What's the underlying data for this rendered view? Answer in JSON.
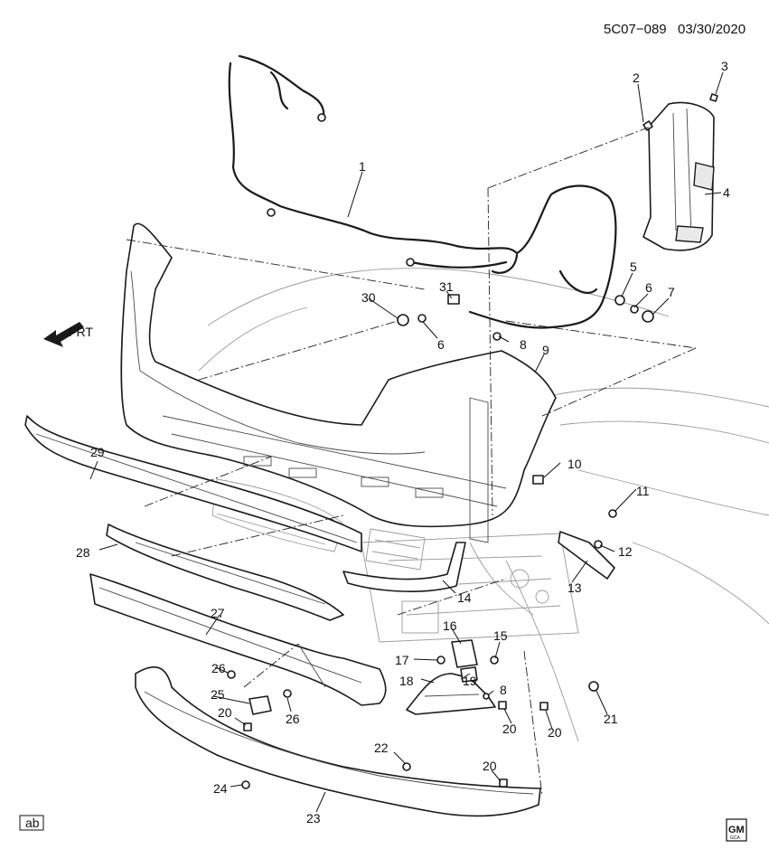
{
  "header": {
    "diagram_id": "5C07−089",
    "date": "03/30/2020"
  },
  "direction_label": "FRT",
  "ab_badge": "ab",
  "logo": {
    "text": "GM",
    "subtext": "GCA"
  },
  "callouts": [
    {
      "num": "1"
    },
    {
      "num": "2"
    },
    {
      "num": "3"
    },
    {
      "num": "4"
    },
    {
      "num": "5"
    },
    {
      "num": "6"
    },
    {
      "num": "7"
    },
    {
      "num": "8"
    },
    {
      "num": "9"
    },
    {
      "num": "10"
    },
    {
      "num": "11"
    },
    {
      "num": "12"
    },
    {
      "num": "13"
    },
    {
      "num": "14"
    },
    {
      "num": "15"
    },
    {
      "num": "16"
    },
    {
      "num": "17"
    },
    {
      "num": "18"
    },
    {
      "num": "19"
    },
    {
      "num": "20"
    },
    {
      "num": "21"
    },
    {
      "num": "22"
    },
    {
      "num": "23"
    },
    {
      "num": "24"
    },
    {
      "num": "25"
    },
    {
      "num": "26"
    },
    {
      "num": "27"
    },
    {
      "num": "28"
    },
    {
      "num": "29"
    },
    {
      "num": "30"
    },
    {
      "num": "31"
    }
  ],
  "callouts_repeat": [
    {
      "num": "6"
    },
    {
      "num": "8"
    },
    {
      "num": "20"
    },
    {
      "num": "20"
    },
    {
      "num": "20"
    },
    {
      "num": "26"
    }
  ]
}
